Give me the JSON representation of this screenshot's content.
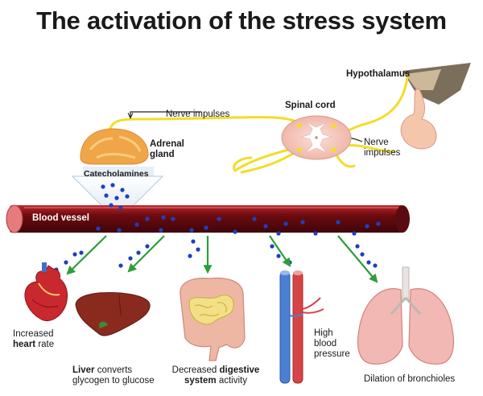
{
  "title": "The activation of the stress system",
  "labels": {
    "hypothalamus": "Hypothalamus",
    "spinal_cord": "Spinal cord",
    "nerve_impulses_top": "Nerve impulses",
    "nerve_impulses_right_1": "Nerve",
    "nerve_impulses_right_2": "impulses",
    "adrenal_1": "Adrenal",
    "adrenal_2": "gland",
    "catecholamines": "Catecholamines",
    "blood_vessel": "Blood vessel"
  },
  "effects": {
    "heart": {
      "line1": "Increased",
      "line2_bold": "heart",
      "line2_rest": " rate"
    },
    "liver": {
      "line1_bold": "Liver",
      "line1_rest": " converts",
      "line2": "glycogen to glucose"
    },
    "digestive": {
      "line1_pre": "Decreased ",
      "line1_bold": "digestive",
      "line2_bold": "system",
      "line2_rest": " activity"
    },
    "blood_pressure": {
      "line1": "High",
      "line2": "blood",
      "line3": "pressure"
    },
    "lungs": {
      "line1": "Dilation of bronchioles"
    }
  },
  "colors": {
    "nerve": "#f2dd28",
    "vessel": "#7a0d12",
    "molecule": "#1e3fc0",
    "arrow": "#2e9e3a",
    "adrenal": "#f0a548",
    "heart": "#c8282e",
    "liver": "#8a2a1f",
    "intestine": "#e9b8a6",
    "lung": "#f2b8b4"
  }
}
